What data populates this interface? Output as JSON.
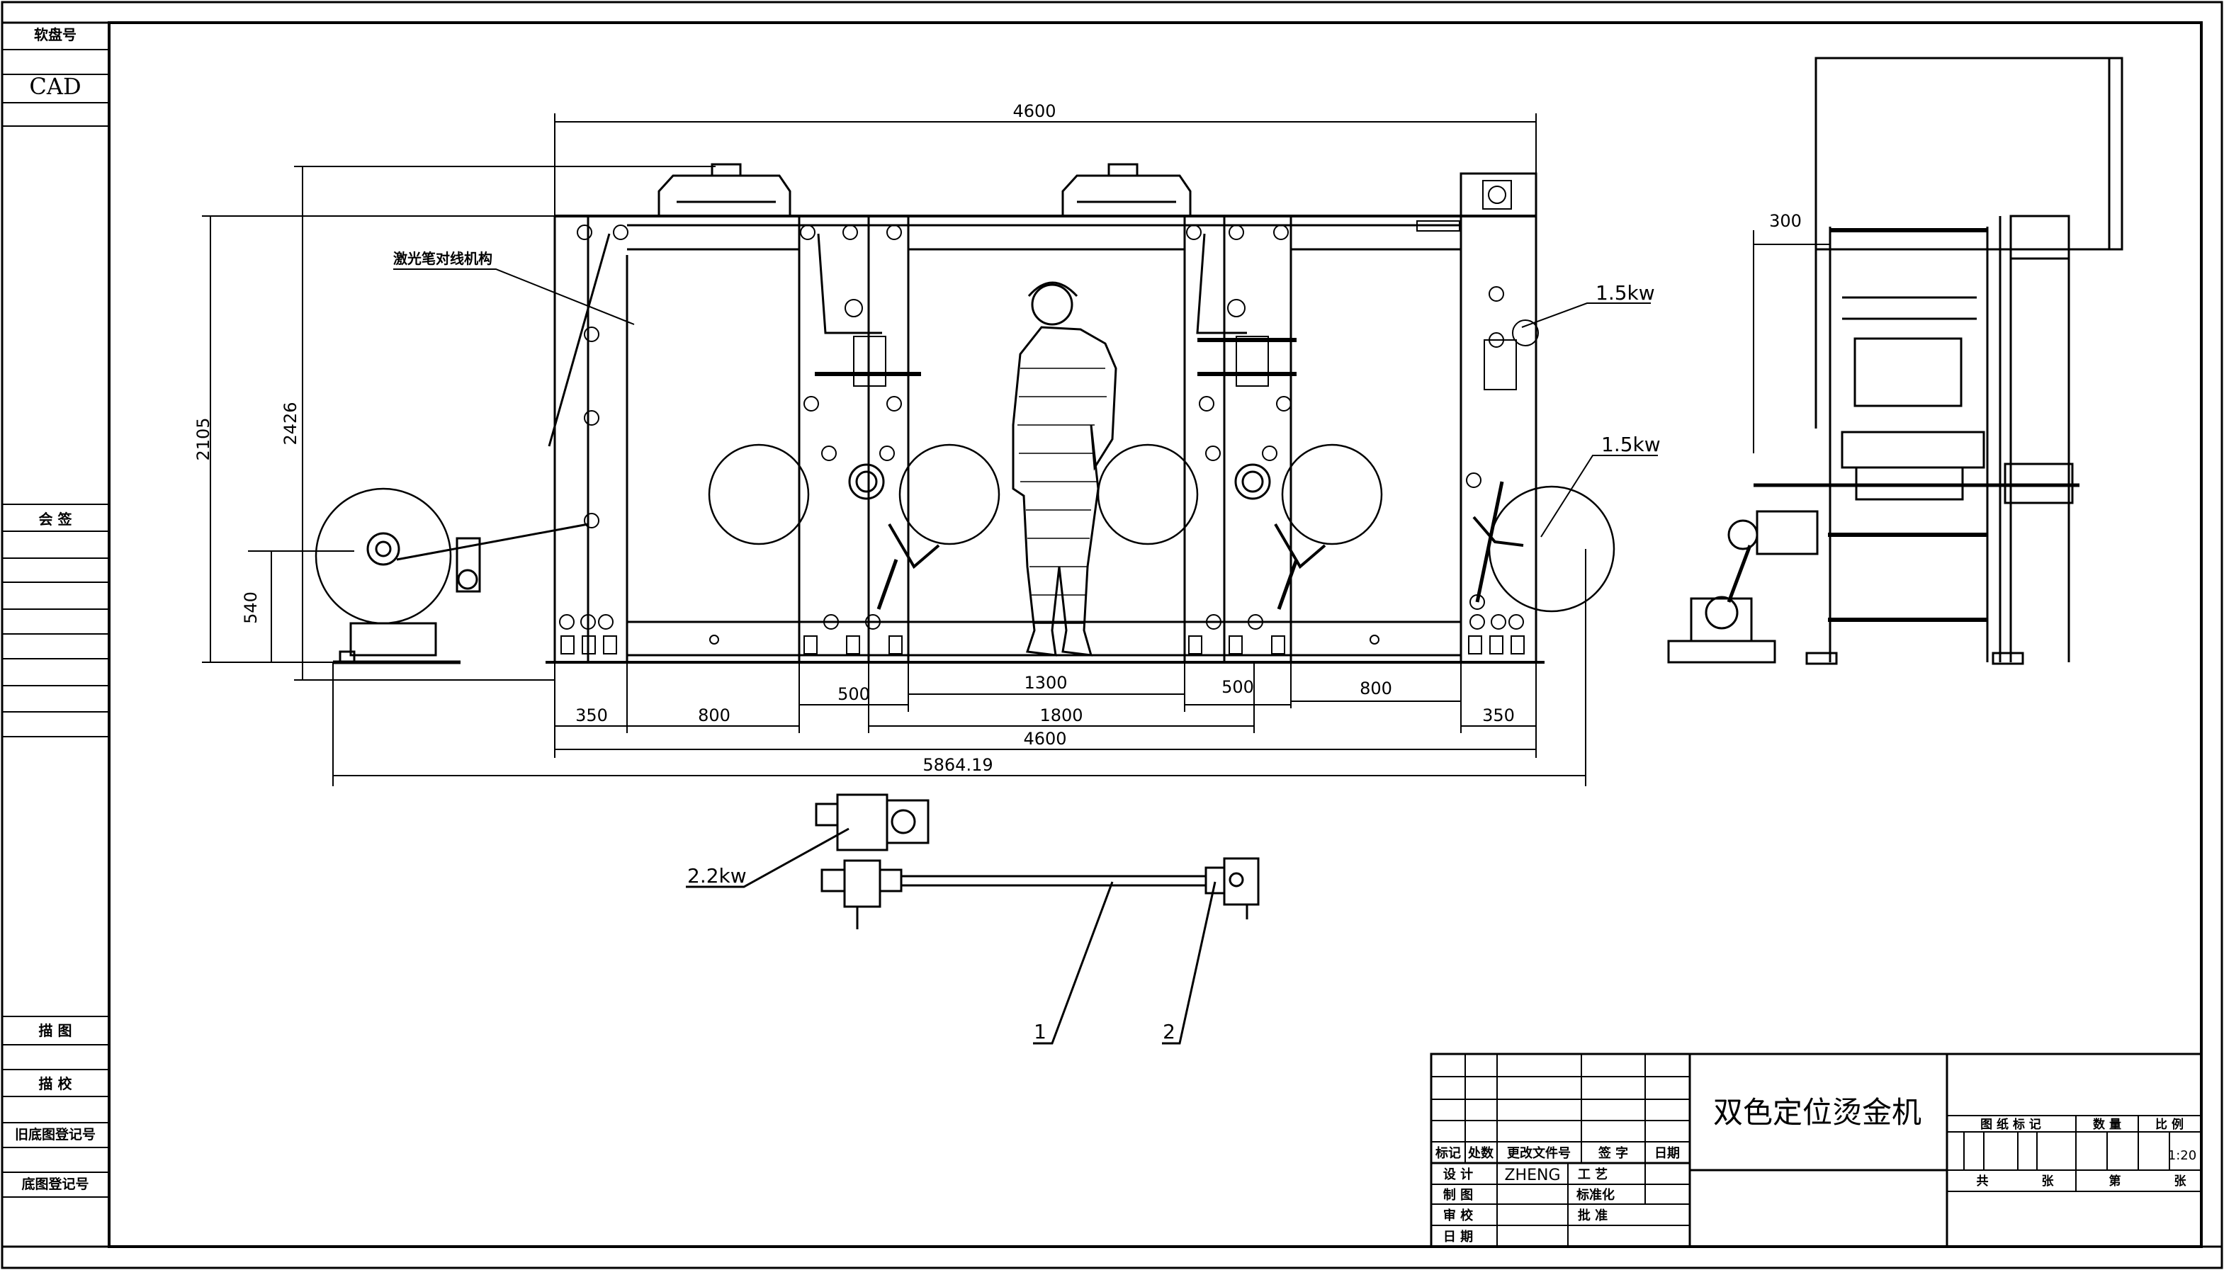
{
  "side_strip": {
    "top_label": "软盘号",
    "cad_label": "CAD",
    "countersign": "会  签",
    "drawn_trace": "描  图",
    "trace_check": "描  校",
    "old_reg": "旧底图登记号",
    "base_reg": "底图登记号"
  },
  "front_view": {
    "dimensions": {
      "total_top": "4600",
      "height_main": "2105",
      "height_total": "2426",
      "height_low": "540",
      "seg_350_left": "350",
      "seg_800_left": "800",
      "seg_500_left": "500",
      "seg_1300": "1300",
      "seg_500_right": "500",
      "seg_800_right": "800",
      "seg_1800": "1800",
      "seg_350_right": "350",
      "frame_4600": "4600",
      "overall": "5864.19"
    },
    "laser_label": "激光笔对线机构",
    "motor_upper": "1.5kw",
    "motor_lower": "1.5kw"
  },
  "side_view": {
    "dim_300": "300"
  },
  "drive": {
    "motor_label": "2.2kw",
    "callout_1": "1",
    "callout_2": "2"
  },
  "title_block": {
    "title": "双色定位烫金机",
    "header": {
      "mark": "标记",
      "count": "处数",
      "change_doc": "更改文件号",
      "signature": "签 字",
      "date": "日期"
    },
    "roles": {
      "design": "设 计",
      "designer": "ZHENG",
      "process": "工 艺",
      "drafting": "制 图",
      "standard": "标准化",
      "review": "审 校",
      "approve": "批 准",
      "date": "日 期"
    },
    "right": {
      "drawing_mark": "图 纸 标 记",
      "quantity": "数 量",
      "scale": "比 例",
      "scale_value": "1:20",
      "total": "共",
      "sheets": "张",
      "page": "第",
      "sheets2": "张"
    }
  }
}
